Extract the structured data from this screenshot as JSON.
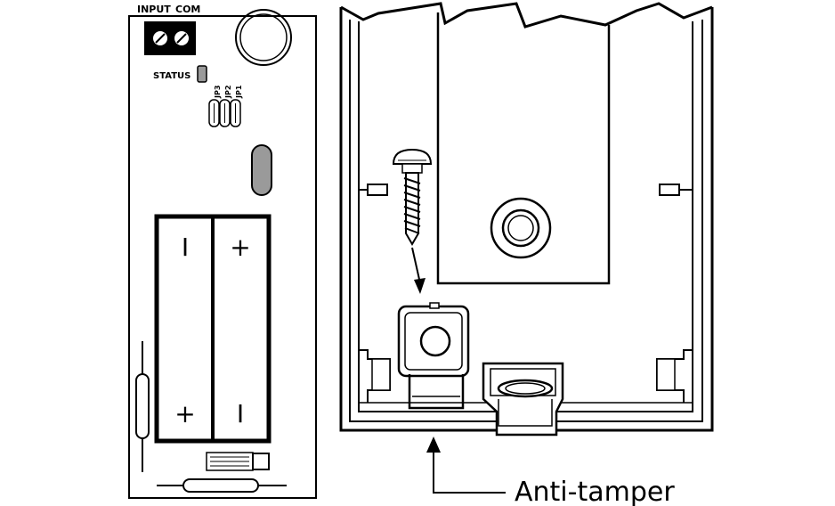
{
  "pcb": {
    "input_label": "INPUT",
    "com_label": "COM",
    "status_label": "STATUS",
    "jumpers": [
      "JP3",
      "JP2",
      "JP1"
    ],
    "battery": {
      "left_top": "I",
      "right_top": "+",
      "left_bottom": "+",
      "right_bottom": "I"
    }
  },
  "caption": {
    "anti_tamper": "Anti-tamper"
  },
  "colors": {
    "line": "#000000",
    "led_fill": "#9a9a9a",
    "background": "#ffffff"
  }
}
